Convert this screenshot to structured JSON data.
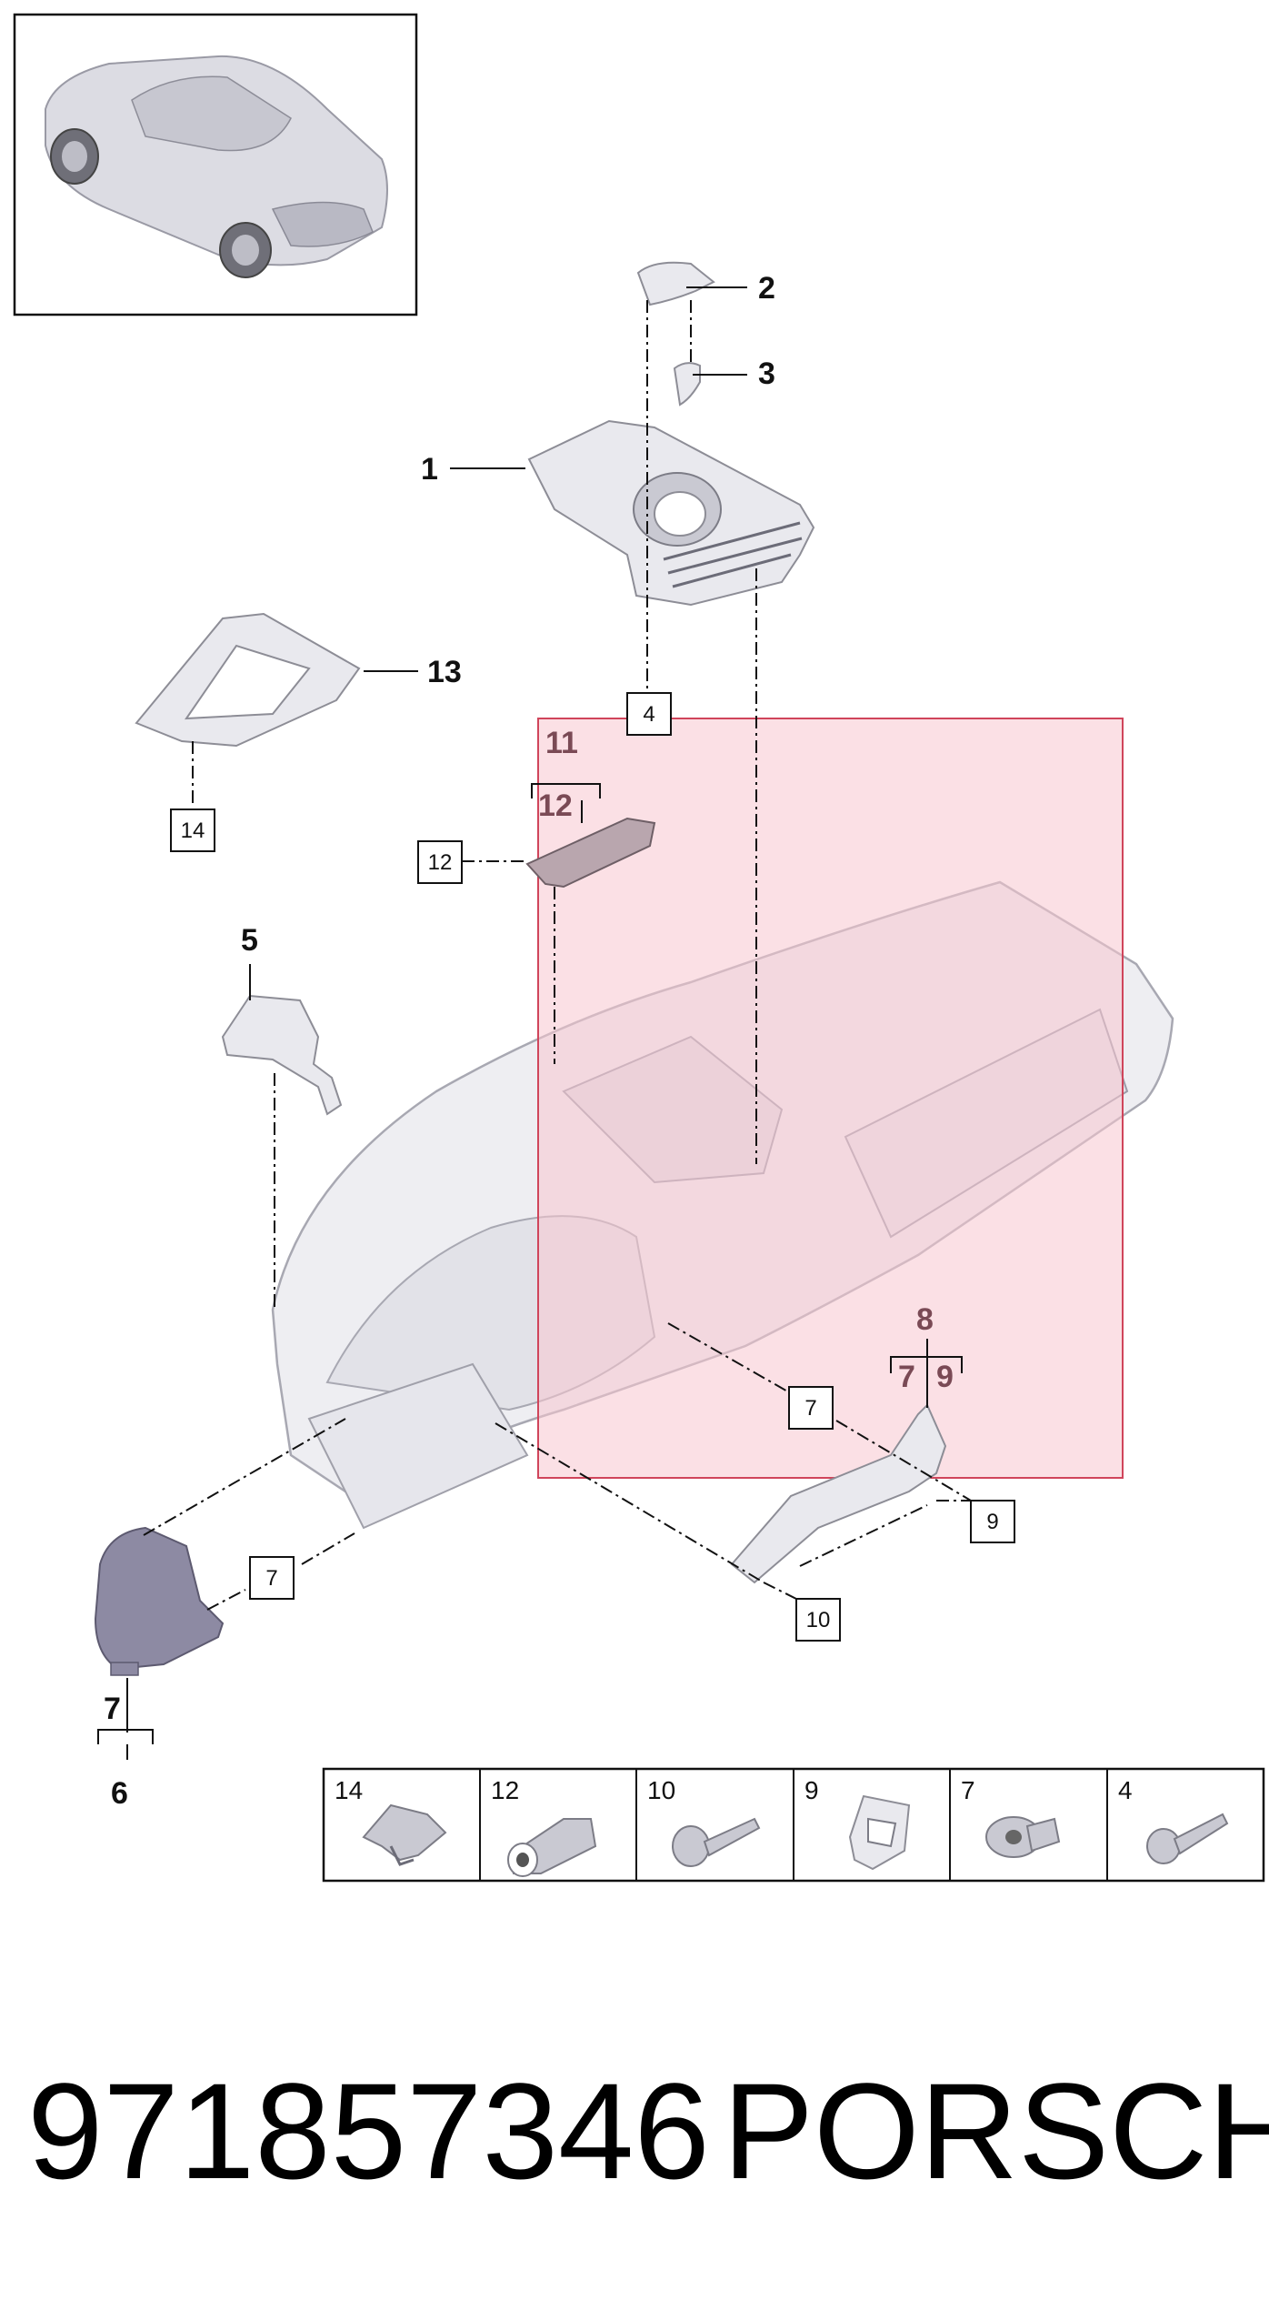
{
  "diagram": {
    "callouts": {
      "c1": "1",
      "c2": "2",
      "c3": "3",
      "c5": "5",
      "c6": "6",
      "c7": "7",
      "c8": "8",
      "c7b": "7",
      "c9b": "9",
      "c11": "11",
      "c12": "12",
      "c13": "13"
    },
    "boxed_refs": {
      "b4": "4",
      "b14": "14",
      "b12": "12",
      "b7a": "7",
      "b7b": "7",
      "b9": "9",
      "b10": "10"
    },
    "highlight_color": "#f7c6d0",
    "highlight_border": "#d0455b"
  },
  "legend": [
    {
      "num": "14",
      "icon": "clip-icon"
    },
    {
      "num": "12",
      "icon": "expansion-nut-icon"
    },
    {
      "num": "10",
      "icon": "flange-screw-icon"
    },
    {
      "num": "9",
      "icon": "bracket-clip-icon"
    },
    {
      "num": "7",
      "icon": "rivet-nut-icon"
    },
    {
      "num": "4",
      "icon": "screw-icon"
    }
  ],
  "footer": {
    "part_number": "971857346",
    "brand": "PORSCHE"
  }
}
